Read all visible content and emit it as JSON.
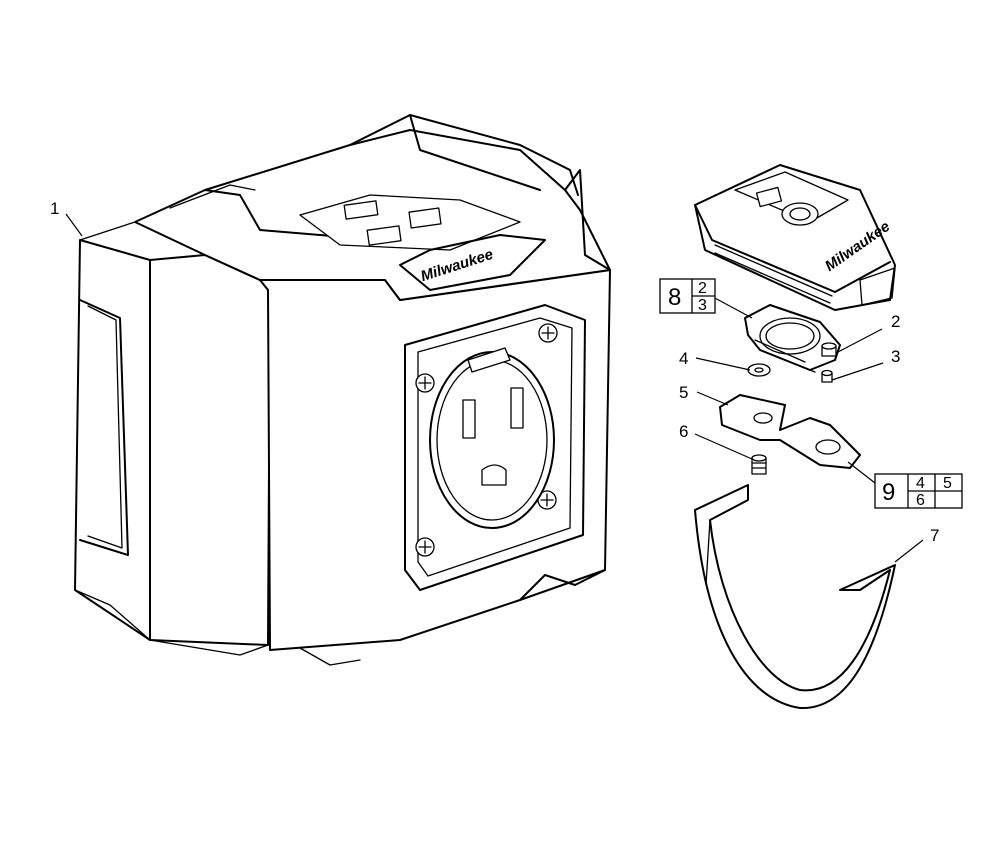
{
  "brand": {
    "logo_text": "Milwaukee"
  },
  "callouts": {
    "c1": "1",
    "c2": "2",
    "c3": "3",
    "c4": "4",
    "c5": "5",
    "c6": "6",
    "c7": "7"
  },
  "kits": {
    "kit8": {
      "number": "8",
      "contents": [
        "2",
        "3"
      ]
    },
    "kit9": {
      "number": "9",
      "contents": [
        "4",
        "5",
        "6",
        ""
      ]
    }
  }
}
